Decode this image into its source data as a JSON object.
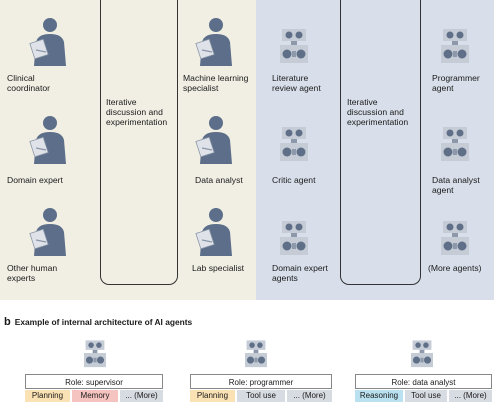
{
  "panel_human": {
    "col1": [
      "Clinical\ncoordinator",
      "Domain expert",
      "Other human\nexperts"
    ],
    "discussion": "Iterative\ndiscussion and\nexperimentation",
    "col2": [
      "Machine learning\nspecialist",
      "Data analyst",
      "Lab specialist"
    ]
  },
  "panel_ai": {
    "col1": [
      "Literature\nreview agent",
      "Critic agent",
      "Domain expert\nagents"
    ],
    "discussion": "Iterative\ndiscussion and\nexperimentation",
    "col2": [
      "Programmer\nagent",
      "Data analyst\nagent",
      "(More agents)"
    ]
  },
  "section_b": {
    "letter": "b",
    "title": "Example of internal architecture of AI agents"
  },
  "agents": [
    {
      "role": "Role: supervisor",
      "chips": [
        "Planning",
        "Memory",
        "... (More)"
      ]
    },
    {
      "role": "Role: programmer",
      "chips": [
        "Planning",
        "Tool use",
        "... (More)"
      ]
    },
    {
      "role": "Role: data analyst",
      "chips": [
        "Reasoning",
        "Tool use",
        "... (More)"
      ]
    }
  ],
  "colors": {
    "human_bg": "#f1efe4",
    "ai_bg": "#d8dfea",
    "person": "#5c6e89",
    "robot_light": "#c5ccd6",
    "robot_dark": "#5f6f88",
    "chip_planning": "#fbe2b5",
    "chip_memory": "#f6c4c0",
    "chip_tooluse": "#d7dbe2",
    "chip_reasoning": "#b9e1ef",
    "chip_more": "#d7dbe2"
  }
}
